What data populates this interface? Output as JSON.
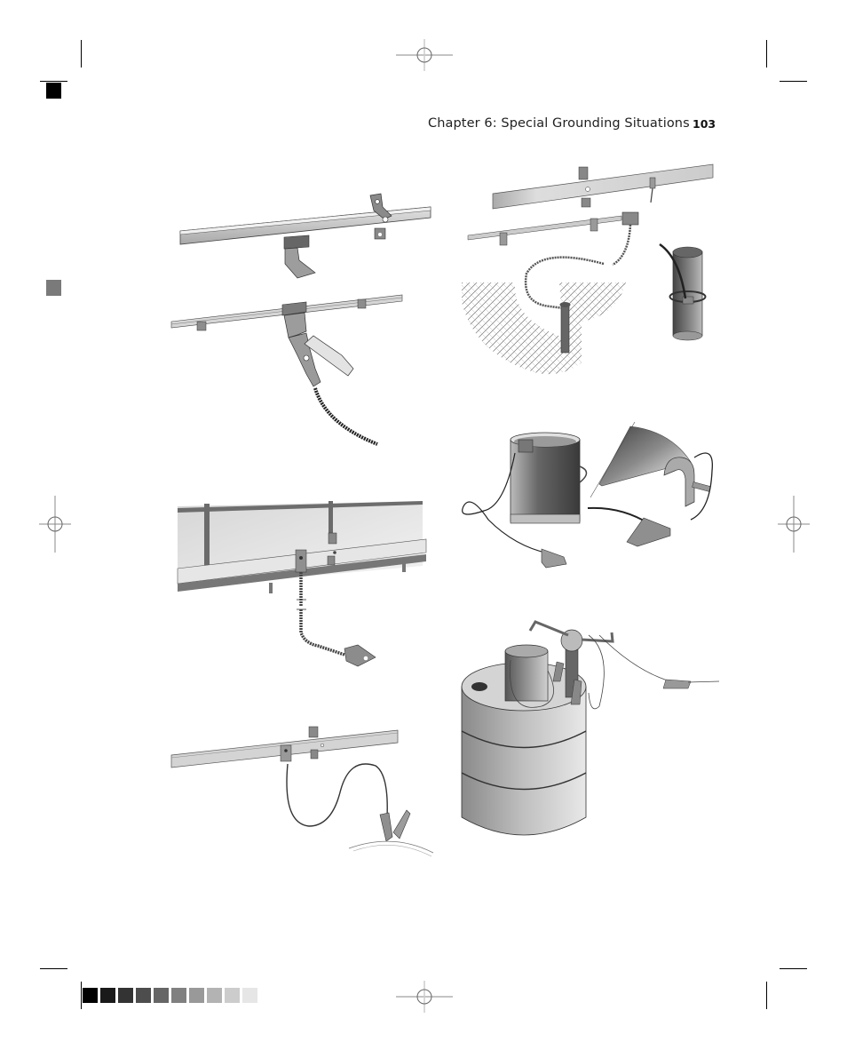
{
  "page": {
    "running_header": "Chapter 6:  Special Grounding Situations",
    "page_number": "103"
  },
  "marks": {
    "corner_black_square_color": "#000000",
    "side_gray_square_color": "#7a7a7a",
    "calibration_strip": [
      "#000000",
      "#1a1a1a",
      "#333333",
      "#4d4d4d",
      "#666666",
      "#808080",
      "#999999",
      "#b3b3b3",
      "#cccccc",
      "#e6e6e6"
    ]
  },
  "figures": [
    {
      "id": "fig-rail-clamp-bracket",
      "description": "Square bar with bracket and clamp attached to rail"
    },
    {
      "id": "fig-rail-ground-rod-pipe",
      "description": "Rail bonded via braided strap to ground rod in soil and to pipe clamp"
    },
    {
      "id": "fig-bucket-clamp",
      "description": "Metal bucket with grounding cable and alligator clamps, enlarged rim clamp detail"
    },
    {
      "id": "fig-rack-braid-lug",
      "description": "Rack frame bonded with braided strap to lug terminal"
    },
    {
      "id": "fig-drum-pump",
      "description": "Drum with pump and container, bonded with cables and clamps"
    },
    {
      "id": "fig-rail-cable-clamp",
      "description": "Rail bonded with cable and clamp to curved surface"
    }
  ]
}
